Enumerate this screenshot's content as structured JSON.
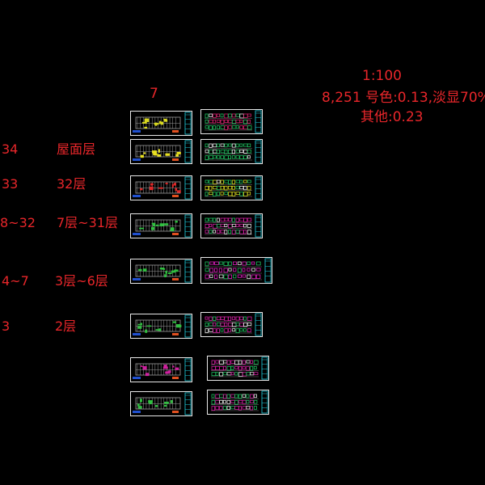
{
  "notes": {
    "scale": "1:100",
    "pens": "8,251 号色:0.13,淡显70%",
    "other": "其他:0.23",
    "column_marker": "7"
  },
  "levels": [
    {
      "num": "34",
      "name": "屋面层"
    },
    {
      "num": "33",
      "name": "32层"
    },
    {
      "num": "8~32",
      "name": "7层~31层"
    },
    {
      "num": "4~7",
      "name": "3层~6层"
    },
    {
      "num": "3",
      "name": "2层"
    }
  ],
  "sheets": [
    {
      "type": "plan",
      "fill": "#d8d820"
    },
    {
      "type": "detail",
      "fill": "#d0206a"
    },
    {
      "type": "plan",
      "fill": "#e8e020"
    },
    {
      "type": "detail",
      "fill": "#20c060"
    },
    {
      "type": "plan",
      "fill": "#e02828"
    },
    {
      "type": "detail",
      "fill": "#d8d820"
    },
    {
      "type": "plan",
      "fill": "#30c040"
    },
    {
      "type": "detail",
      "fill": "#d020a0"
    },
    {
      "type": "plan",
      "fill": "#30c040"
    },
    {
      "type": "detail",
      "fill": "#e020c0"
    },
    {
      "type": "plan",
      "fill": "#30c040"
    },
    {
      "type": "detail",
      "fill": "#d020a0"
    },
    {
      "type": "plan",
      "fill": "#d020a0"
    },
    {
      "type": "detail",
      "fill": "#d020a0"
    },
    {
      "type": "plan",
      "fill": "#30c040"
    },
    {
      "type": "detail",
      "fill": "#d020a0"
    }
  ],
  "colors": {
    "text": "#e8262a",
    "frame": "#e8e8e8",
    "titleblock": "#20d0e0",
    "walls": "#9a9a9a"
  }
}
